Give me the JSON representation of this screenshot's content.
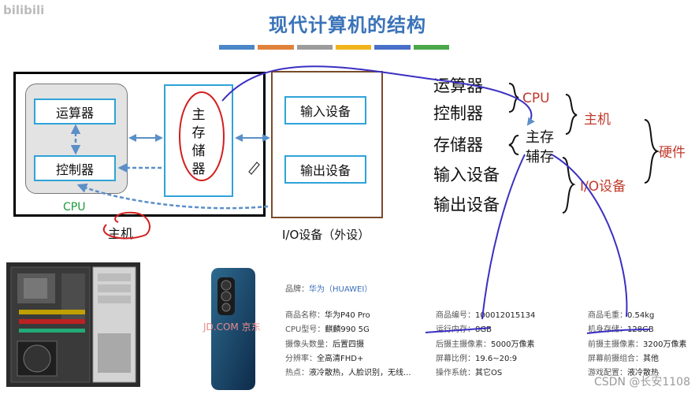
{
  "title": "现代计算机的结构",
  "watermark": "bilibili",
  "accent_bars": [
    "#4a86c8",
    "#e0823a",
    "#9c9c9c",
    "#f2b41c",
    "#4a6fc8",
    "#4aa848"
  ],
  "diagram": {
    "alu": "运算器",
    "control_unit": "控制器",
    "cpu_label": "CPU",
    "main_memory": [
      "主",
      "存",
      "储",
      "器"
    ],
    "input_device": "输入设备",
    "output_device": "输出设备",
    "io_label": "I/O设备（外设）",
    "host_label": "主机"
  },
  "classification": {
    "items": [
      "运算器",
      "控制器",
      "存储器",
      "输入设备",
      "输出设备"
    ],
    "cpu": "CPU",
    "main_storage": "主存",
    "aux_storage": "辅存",
    "host": "主机",
    "io": "I/O设备",
    "hardware": "硬件"
  },
  "product": {
    "brand_key": "品牌：",
    "brand_val": "华为（HUAWEI）",
    "jd_watermark": "JD.COM 京东",
    "specs": [
      [
        {
          "k": "商品名称：",
          "v": "华为P40 Pro"
        },
        {
          "k": "商品编号：",
          "v": "100012015134"
        },
        {
          "k": "商品毛重：",
          "v": "0.54kg"
        }
      ],
      [
        {
          "k": "CPU型号：",
          "v": "麒麟990 5G"
        },
        {
          "k": "运行内存：",
          "v": "8GB"
        },
        {
          "k": "机身存储：",
          "v": "128GB"
        }
      ],
      [
        {
          "k": "摄像头数量：",
          "v": "后置四摄"
        },
        {
          "k": "后摄主摄像素：",
          "v": "5000万像素"
        },
        {
          "k": "前摄主摄像素：",
          "v": "3200万像素"
        }
      ],
      [
        {
          "k": "分辨率：",
          "v": "全高清FHD+"
        },
        {
          "k": "屏幕比例：",
          "v": "19.6~20:9"
        },
        {
          "k": "屏幕前摄组合：",
          "v": "其他"
        }
      ],
      [
        {
          "k": "热点：",
          "v": "液冷散热，人脸识别，无线..."
        },
        {
          "k": "操作系统：",
          "v": "其它OS"
        },
        {
          "k": "游戏配置：",
          "v": "液冷散热"
        }
      ]
    ]
  },
  "footer": "CSDN @长安1108",
  "colors": {
    "blue_box": "#2fa3d8",
    "arrow": "#5b8fc7",
    "ink_red": "#d21f1f",
    "ink_blue": "#3b2fc2",
    "io_border": "#7a4a2a"
  }
}
